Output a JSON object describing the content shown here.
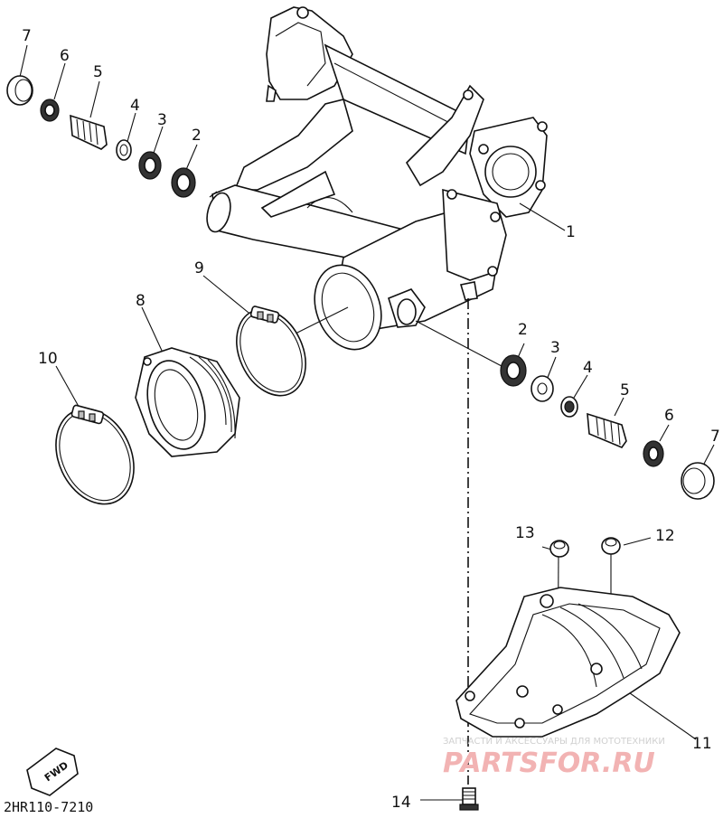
{
  "callouts": [
    {
      "key": "c1",
      "label": "1"
    },
    {
      "key": "c2a",
      "label": "2"
    },
    {
      "key": "c3a",
      "label": "3"
    },
    {
      "key": "c4a",
      "label": "4"
    },
    {
      "key": "c5a",
      "label": "5"
    },
    {
      "key": "c6a",
      "label": "6"
    },
    {
      "key": "c7a",
      "label": "7"
    },
    {
      "key": "c2b",
      "label": "2"
    },
    {
      "key": "c3b",
      "label": "3"
    },
    {
      "key": "c4b",
      "label": "4"
    },
    {
      "key": "c5b",
      "label": "5"
    },
    {
      "key": "c6b",
      "label": "6"
    },
    {
      "key": "c7b",
      "label": "7"
    },
    {
      "key": "c8",
      "label": "8"
    },
    {
      "key": "c9",
      "label": "9"
    },
    {
      "key": "c10",
      "label": "10"
    },
    {
      "key": "c11",
      "label": "11"
    },
    {
      "key": "c12",
      "label": "12"
    },
    {
      "key": "c13",
      "label": "13"
    },
    {
      "key": "c14",
      "label": "14"
    }
  ],
  "direction_badge": "FWD",
  "diagram_code": "2HR110-7210",
  "watermark": {
    "tagline": "ЗАПЧАСТИ И АКСЕССУАРЫ ДЛЯ МОТОТЕХНИКИ",
    "brand": "PARTSFOR.RU"
  }
}
